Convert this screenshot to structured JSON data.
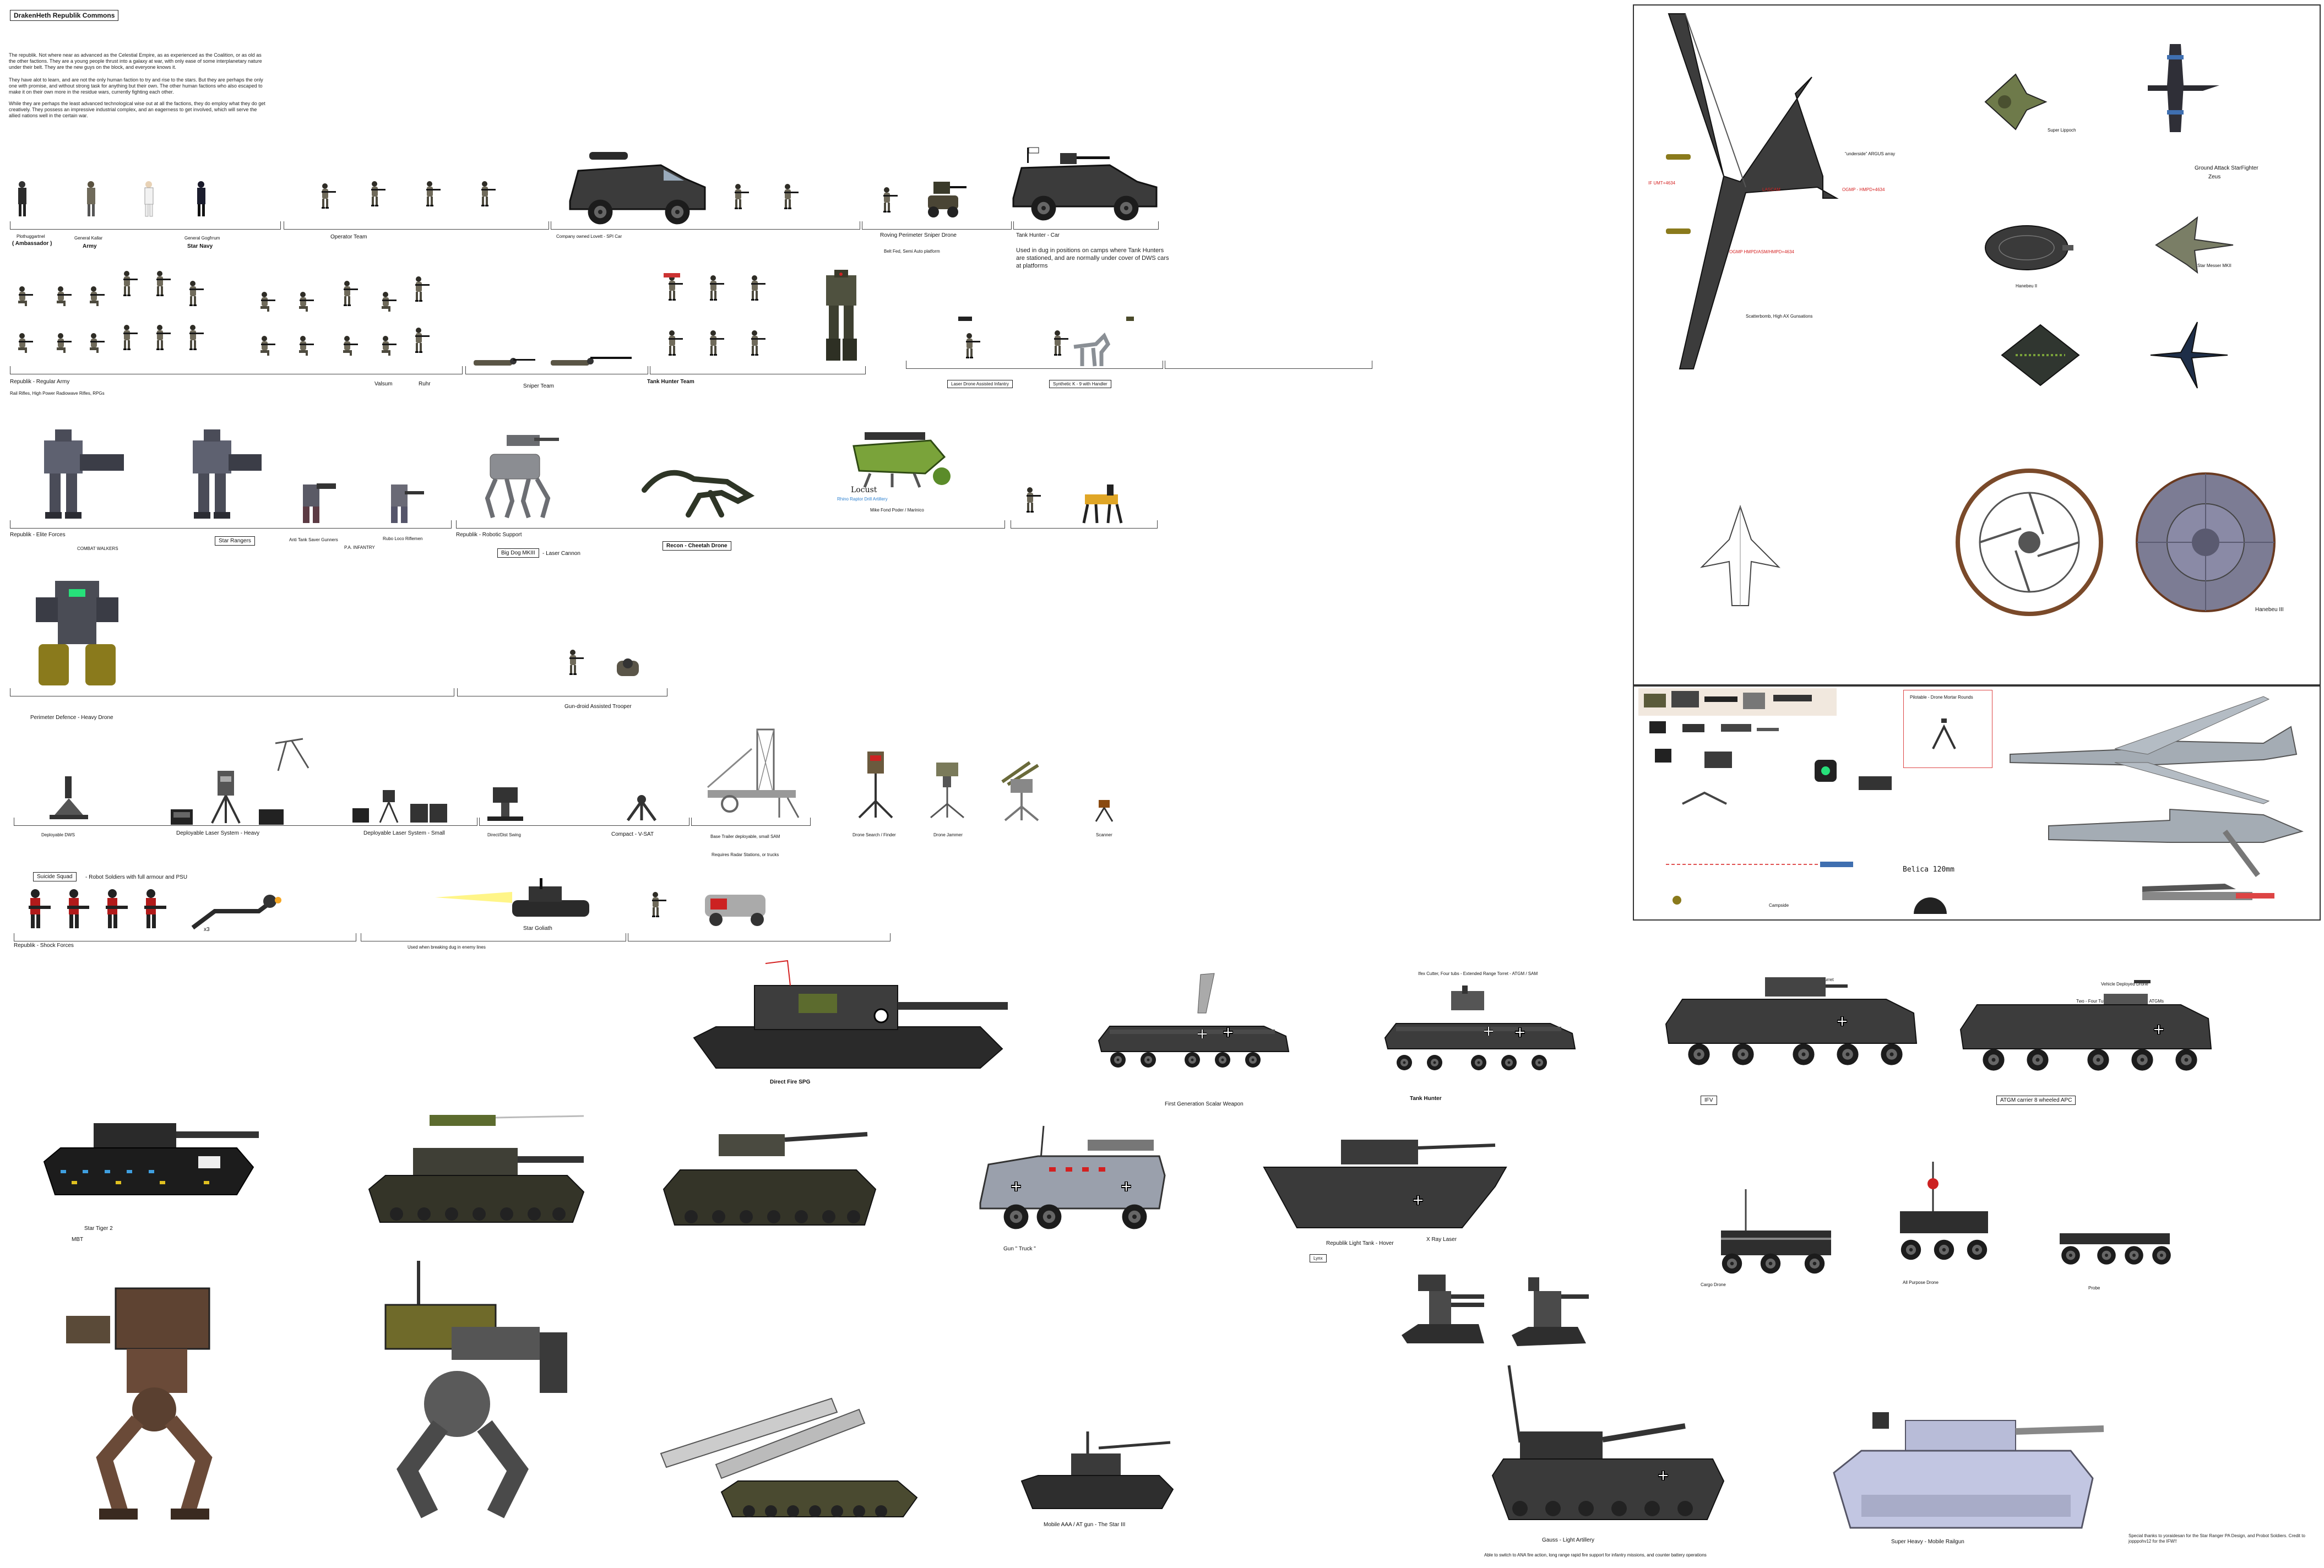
{
  "header": {
    "title": "DrakenHeth Republik Commons",
    "paragraphs": [
      "The republik. Not where near as advanced as the Celestial Empire, as as experienced as the Coalition, or as old as the other factions. They are a young people thrust into a galaxy at war, with only ease of some interplanetary nature under their belt. They are the new guys on the block, and everyone knows it.",
      "They have alot to learn, and are not the only human faction to try and rise to the stars. But they are perhaps the only one with promise, and without strong task for anything but their own. The other human factions who also escaped to make it on their own more in the residue wars, currently fighting each other.",
      "While they are perhaps the least advanced technological wise out at all the factions, they do employ what they do get creatively. They possess an impressive industrial complex, and an eagerness to get involved, which will serve the allied nations well in the certain war."
    ]
  },
  "row1": {
    "officers": [
      "Plothuggartnel",
      "( Ambassador )",
      "General Kallar",
      "Army",
      "General Gogfrrum",
      "Star Navy"
    ],
    "operator_team": "Operator Team",
    "car": "Company owned Lovett - SPI Car",
    "sniper_drone": "Roving Perimeter Sniper Drone",
    "sniper_drone_sub": "Belt Fed, Semi Auto platform",
    "tank_hunter_car": "Tank Hunter - Car",
    "tank_hunter_car_desc": "Used in dug in positions on camps where Tank Hunters are stationed, and are normally under cover of DWS cars at platforms"
  },
  "row2": {
    "regular_army": "Republik - Regular Army",
    "regular_army_sub": "Rail Rifles, High Power Radiowave Rifles, RPGs",
    "valsum": "Valsum",
    "ruhr": "Ruhr",
    "sniper_team": "Sniper Team",
    "tank_hunter_team": "Tank Hunter Team",
    "laser_drone": "Laser Drone Assisted Infantry",
    "synthetic": "Synthetic K - 9 with Handler"
  },
  "row3": {
    "elite_forces": "Republik - Elite Forces",
    "combat_walkers": "COMBAT WALKERS",
    "star_rangers": "Star Rangers",
    "anti_tank": "Anti Tank Saver Gunners",
    "pa_infantry": "P.A. INFANTRY",
    "rubo_loco": "Rubo Loco Riflemen",
    "robotic_support": "Republik - Robotic Support",
    "big_dog": "Big Dog MKIII",
    "laser_cannon": "- Laser Cannon",
    "recon": "Recon - Cheetah Drone",
    "locust": "Locust",
    "locust_blue": "Rhino Raptor Drill Artillery",
    "locust_sub": "Mike Fond Poder / Marinico"
  },
  "row4": {
    "perimeter": "Perimeter Defence - Heavy Drone",
    "gun_droid": "Gun-droid Assisted Trooper"
  },
  "row5": {
    "dw_deployable": "Deployable DWS",
    "laser_heavy": "Deployable Laser System - Heavy",
    "laser_small": "Deployable Laser System - Small",
    "direct_dist": "Direct/Dist Swing",
    "compact": "Compact - V-SAT",
    "base_trailer": "Base Trailer deployable, small SAM",
    "base_trailer_sub": "Requires Radar Stations, or trucks",
    "drone_search": "Drone Search / Finder",
    "drone_jammer": "Drone Jammer",
    "scanner": "Scanner"
  },
  "row6": {
    "suicide_squad": "Suicide Squad",
    "suicide_desc": "- Robot Soldiers with full armour and PSU",
    "times_three": "x3",
    "shock_forces": "Republik - Shock Forces",
    "goliath": "Star Goliath",
    "goliath_sub": "Used when breaking dug in enemy lines"
  },
  "air": {
    "wing_labels": [
      "“underside” ARGUS array",
      "Scatterbomb, High AX Gunsations"
    ],
    "red_labels": [
      "IF UMT+4634",
      "LASCAM",
      "OGMP - HMPD+4634",
      "OGMP HMPD/ASM/HMPD+4634"
    ],
    "super_lippoch": "Super Lippoch",
    "ground_attack": "Ground Attack StarFighter",
    "ground_attack_sub": "Zeus",
    "hanebeu_ii": "Hanebeu II",
    "star_messer": "Star Messer MKII",
    "hanebeu_iii": "Hanebeu III"
  },
  "equipment": {
    "pilotable": "Pilotable - Drone Mortar Rounds",
    "campside": "Campside",
    "belica": "Belica 120mm"
  },
  "vehicles": {
    "direct_fire": "Direct Fire SPG",
    "first_gen": "First Generation Scalar Weapon",
    "tank_hunter_top": "Ifex Cutter, Four tubs - Extended Range Torret - ATGM / SAM",
    "tank_hunter": "Tank Hunter",
    "ifv_top": "Kuz Gustav Turret",
    "ifv": "IFV",
    "atgm_top1": "Vehicle Deployed Drone",
    "atgm_top2": "Two - Four Tube Retractable Turrets, ATGMs",
    "atgm": "ATGM carrier 8 wheeled APC",
    "star_tiger": "Star Tiger 2",
    "mbt": "MBT",
    "gun_truck": "Gun \" Truck \"",
    "light_tank": "Republik Light Tank - Hover",
    "xray": "X Ray Laser",
    "lynx": "Lynx",
    "cargo_drone": "Cargo Drone",
    "all_purpose": "All Purpose Drone",
    "probe": "Probe",
    "mobile_aaa": "Mobile AAA / AT gun - The Star III",
    "gauss": "Gauss - Light Artillery",
    "gauss_sub": "Able to switch to ANA fire action, long range rapid fire support for infantry missions, and counter battery operations",
    "super_heavy": "Super Heavy - Mobile Railgun",
    "credits": "Special thanks to yoraidesan for the Star Ranger PA Design, and Probot Soldiers. Credit to jopppohv12 for the IFW!!"
  },
  "colors": {
    "olive": "#5c6b2e",
    "camo": "#6f6a5a",
    "armor": "#3a3a3a",
    "accent_red": "#d42020",
    "accent_green": "#27e07a"
  }
}
